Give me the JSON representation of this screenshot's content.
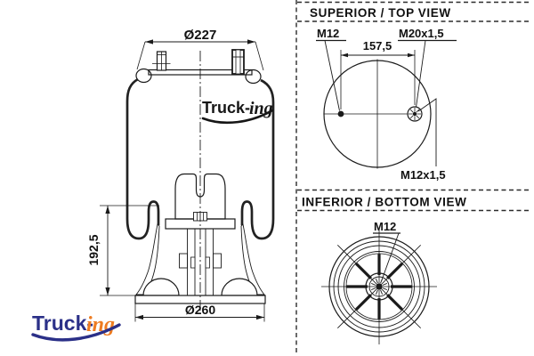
{
  "section_view": {
    "dim_diameter_top": "Ø227",
    "dim_height": "192,5",
    "dim_diameter_bottom": "Ø260"
  },
  "top_view": {
    "title": "SUPERIOR / TOP VIEW",
    "stud_left_label": "M12",
    "stud_right_label": "M20x1,5",
    "dim_stud_spacing": "157,5",
    "air_fitting_label": "M12x1,5"
  },
  "bottom_view": {
    "title": "INFERIOR / BOTTOM VIEW",
    "center_label": "M12"
  },
  "logo": {
    "text_bold": "Truck-",
    "text_script": "ing"
  },
  "colors": {
    "line": "#1a1a1a",
    "logo_blue": "#2b3088",
    "logo_orange": "#ee7c21"
  }
}
